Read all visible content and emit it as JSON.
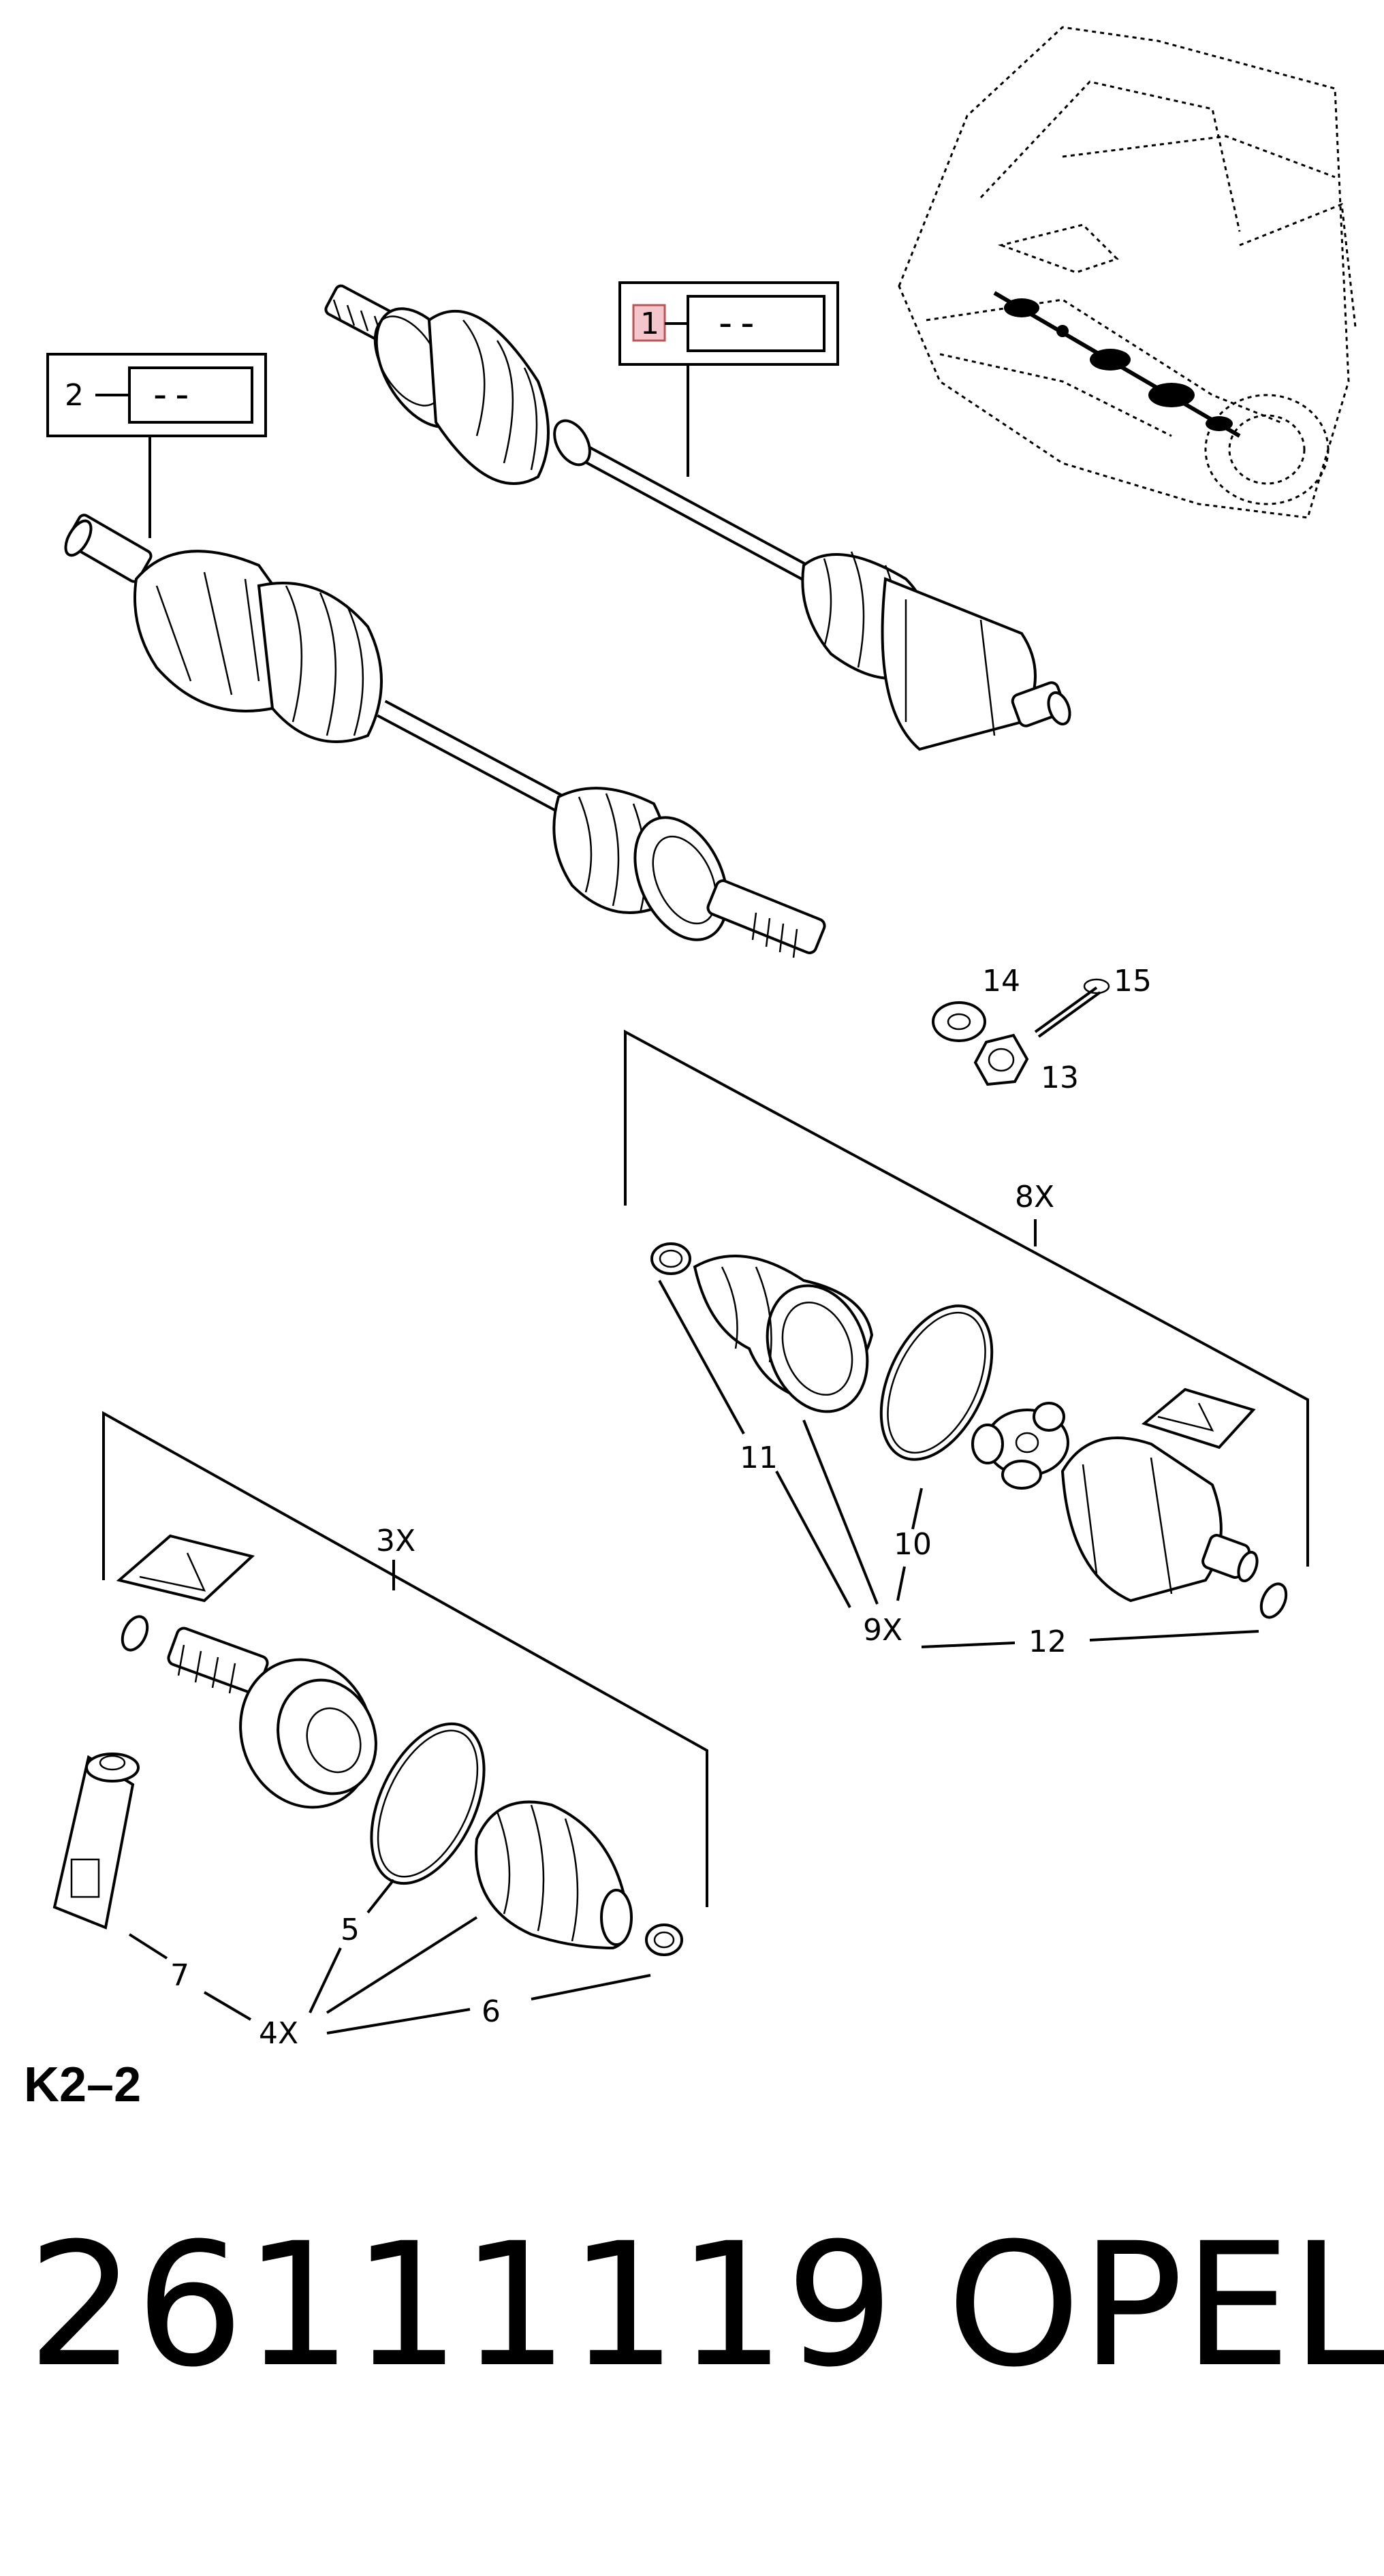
{
  "diagram": {
    "callout_boxes": [
      {
        "ref": "2",
        "value": "--"
      },
      {
        "ref": "1",
        "value": "--"
      }
    ],
    "labels": {
      "p14": "14",
      "p15": "15",
      "p13": "13",
      "group_8x": "8X",
      "p11": "11",
      "p10": "10",
      "group_9x": "9X",
      "p12": "12",
      "group_3x": "3X",
      "p5": "5",
      "p7": "7",
      "group_4x": "4X",
      "p6": "6"
    },
    "sheet_code": "K2–2",
    "highlight_color": "#f3c6cc"
  },
  "footer": {
    "part_number": "26111119",
    "brand": "OPEL"
  }
}
